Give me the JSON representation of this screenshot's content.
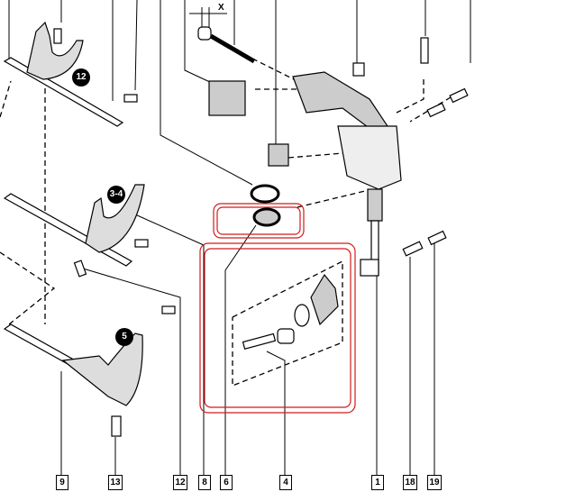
{
  "diagram": {
    "dimension_label": "X",
    "gear_badges": [
      "12",
      "3-4",
      "5"
    ],
    "part_labels": [
      "9",
      "13",
      "12",
      "8",
      "6",
      "4",
      "1",
      "18",
      "19"
    ],
    "highlight_color": "#d11a1a"
  }
}
